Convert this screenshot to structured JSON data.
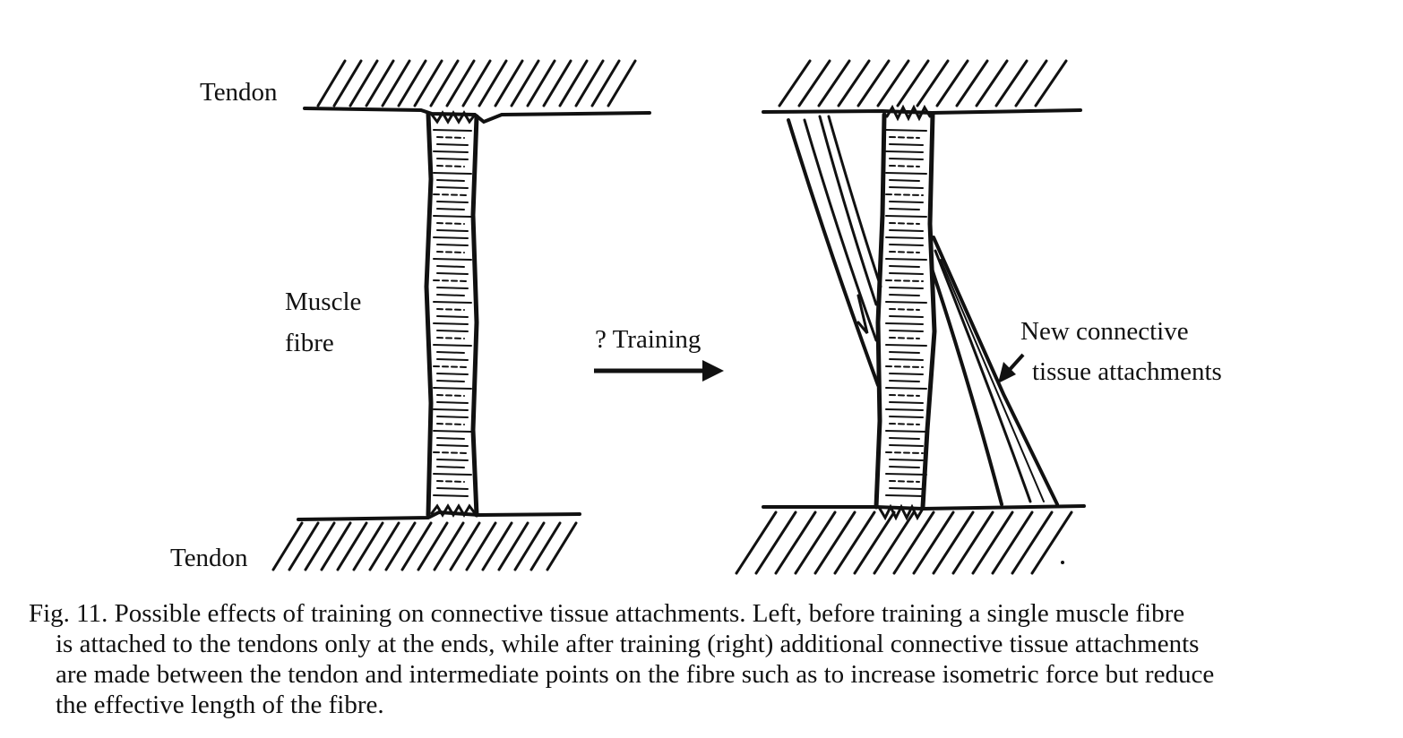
{
  "labels": {
    "tendon_top": "Tendon",
    "tendon_bottom": "Tendon",
    "muscle_line1": "Muscle",
    "muscle_line2": "fibre",
    "training": "? Training",
    "new_line1": "New connective",
    "new_line2": "tissue attachments"
  },
  "caption": {
    "line1": "Fig. 11. Possible effects of training on connective tissue attachments. Left, before training a single muscle fibre",
    "line2": "is attached to the tendons only at the ends, while after training (right) additional connective tissue attachments",
    "line3": "are made between the tendon and intermediate points on the fibre such as to increase isometric force but reduce",
    "line4": "the effective length of the fibre."
  }
}
